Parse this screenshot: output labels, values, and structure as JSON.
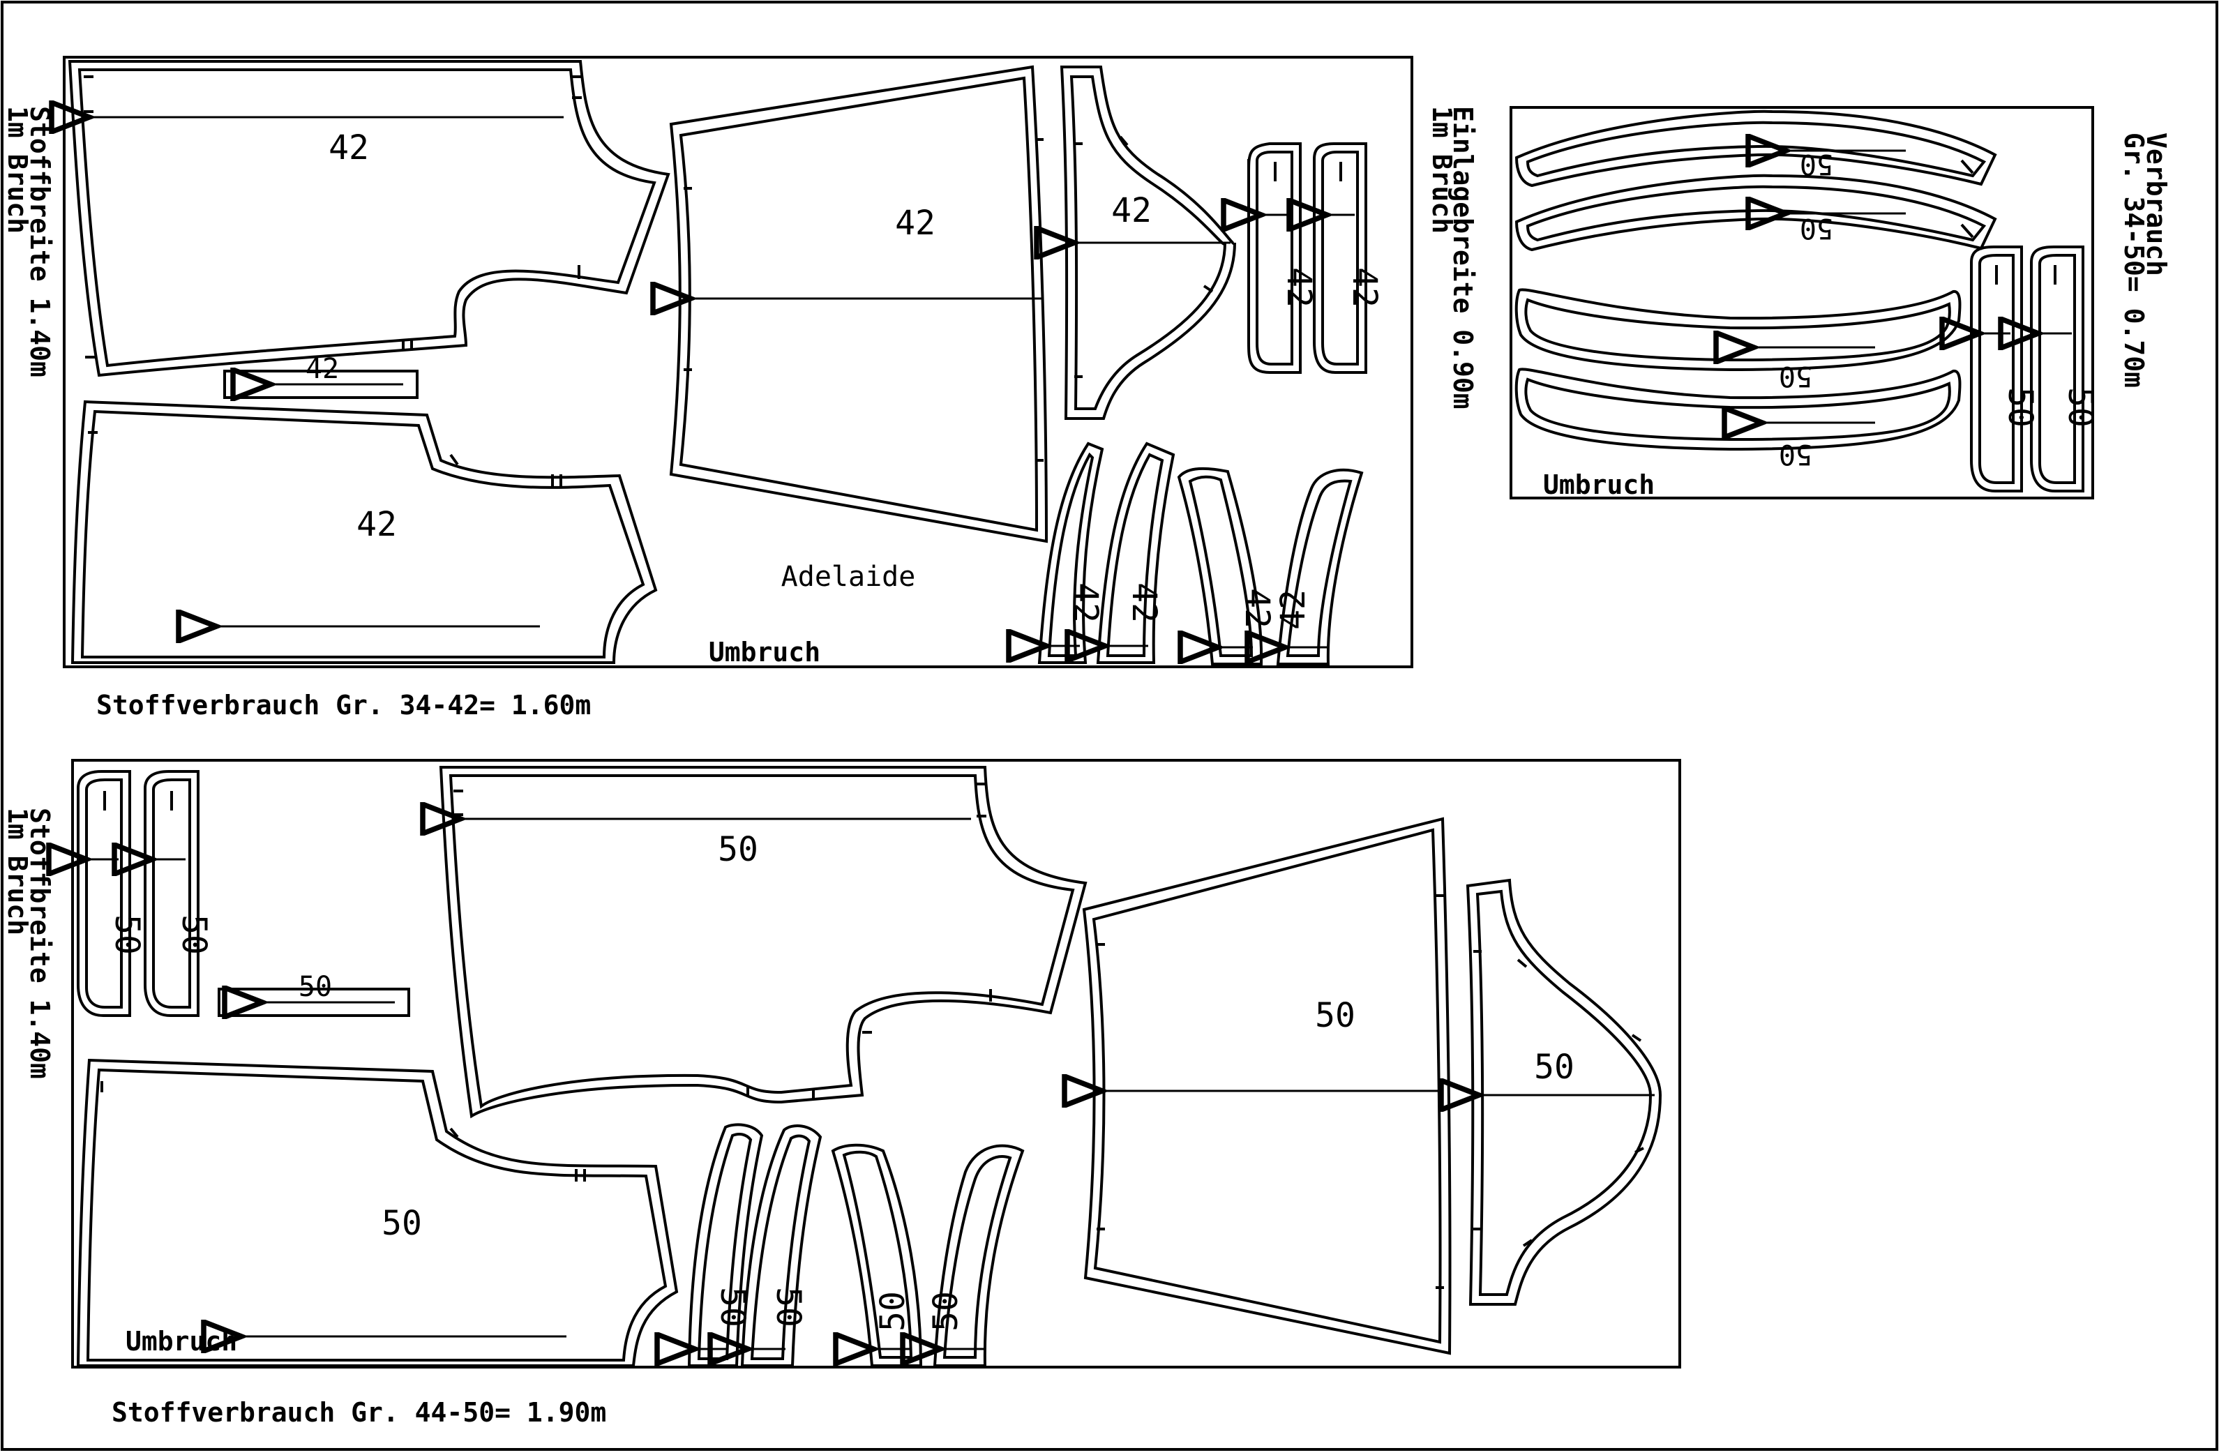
{
  "top_layout": {
    "width_label_1": "Stoffbreite 1.40m",
    "width_label_2": "1m Bruch",
    "size": "42",
    "model_name": "Adelaide",
    "fold_label": "Umbruch",
    "consumption": "Stoffverbrauch Gr. 34-42= 1.60m"
  },
  "interfacing_layout": {
    "width_label_1": "Einlagebreite 0.90m",
    "width_label_2": "1m Bruch",
    "usage_label_1": "Verbrauch",
    "usage_label_2": "Gr. 34-50= 0.70m",
    "size": "50",
    "fold_label": "Umbruch"
  },
  "bottom_layout": {
    "width_label_1": "Stoffbreite 1.40m",
    "width_label_2": "1m Bruch",
    "size": "50",
    "fold_label": "Umbruch",
    "consumption": "Stoffverbrauch Gr. 44-50= 1.90m"
  },
  "colors": {
    "line": "#000000",
    "background": "#ffffff"
  }
}
